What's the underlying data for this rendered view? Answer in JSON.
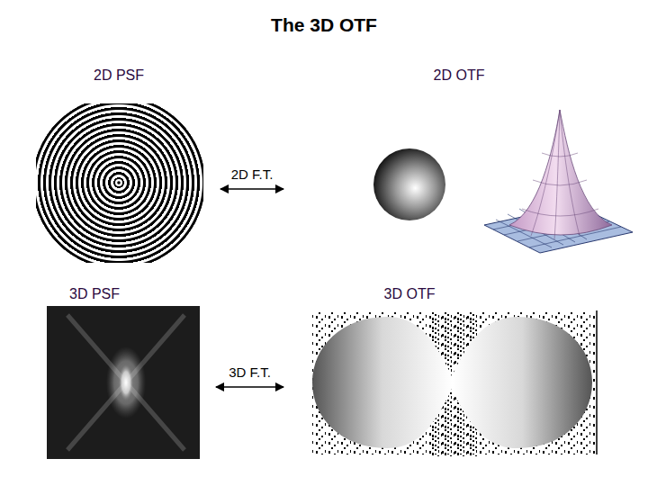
{
  "diagram": {
    "title": "The 3D OTF",
    "nodes": [
      {
        "text": [
          "2D PSF"
        ]
      },
      {
        "text": [
          "2D OTF"
        ]
      },
      {
        "text": [
          "3D PSF"
        ]
      },
      {
        "text": [
          "3D OTF"
        ]
      }
    ],
    "edges": [
      {
        "from": 0,
        "to": 1,
        "label": "2D F.T.",
        "arrow": "both"
      },
      {
        "from": 2,
        "to": 3,
        "label": "3D F.T.",
        "arrow": "both"
      }
    ]
  }
}
